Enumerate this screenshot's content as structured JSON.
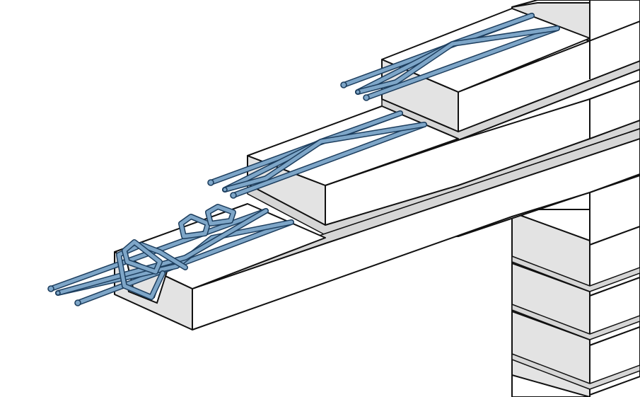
{
  "colors": {
    "edge": "#111111",
    "top": "#ffffff",
    "side": "#ffffff",
    "end": "#e3e3e3",
    "mortar": "#d6d6d6",
    "rebar": "#7ea6c8",
    "rebar_edge": "#1d3e5e"
  },
  "icons": {
    "masonry_course": "brick-wall-course",
    "bed_joint_reinforcement": "ladder-truss-wire",
    "mortar_joint": "mortar-bed"
  }
}
